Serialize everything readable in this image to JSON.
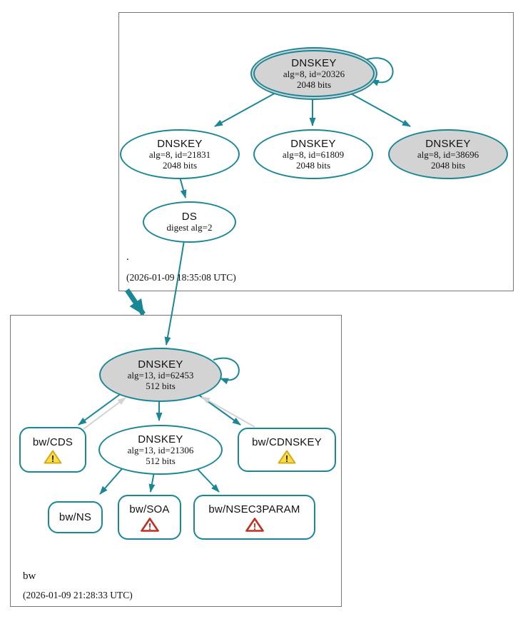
{
  "colors": {
    "teal": "#1a8796",
    "edge_gray": "#d3d3d3",
    "node_gray": "#d3d3d3",
    "zone_border": "#777777",
    "warn_fill": "#fbdf3e",
    "warn_stroke": "#d7a81c",
    "err_stroke": "#c22f21"
  },
  "icons": {
    "warning_bang": "!",
    "error_bang": "!"
  },
  "zones": {
    "root": {
      "name": ".",
      "timestamp": "(2026-01-09 18:35:08 UTC)"
    },
    "bw": {
      "name": "bw",
      "timestamp": "(2026-01-09 21:28:33 UTC)"
    }
  },
  "nodes": {
    "root_ksk": {
      "title": "DNSKEY",
      "detail1": "alg=8, id=20326",
      "detail2": "2048 bits"
    },
    "root_key1": {
      "title": "DNSKEY",
      "detail1": "alg=8, id=21831",
      "detail2": "2048 bits"
    },
    "root_key2": {
      "title": "DNSKEY",
      "detail1": "alg=8, id=61809",
      "detail2": "2048 bits"
    },
    "root_key3": {
      "title": "DNSKEY",
      "detail1": "alg=8, id=38696",
      "detail2": "2048 bits"
    },
    "root_ds": {
      "title": "DS",
      "detail1": "digest alg=2"
    },
    "bw_ksk": {
      "title": "DNSKEY",
      "detail1": "alg=13, id=62453",
      "detail2": "512 bits"
    },
    "bw_zsk": {
      "title": "DNSKEY",
      "detail1": "alg=13, id=21306",
      "detail2": "512 bits"
    },
    "bw_cds": {
      "label": "bw/CDS"
    },
    "bw_cdnskey": {
      "label": "bw/CDNSKEY"
    },
    "bw_ns": {
      "label": "bw/NS"
    },
    "bw_soa": {
      "label": "bw/SOA"
    },
    "bw_nsec3param": {
      "label": "bw/NSEC3PARAM"
    }
  }
}
